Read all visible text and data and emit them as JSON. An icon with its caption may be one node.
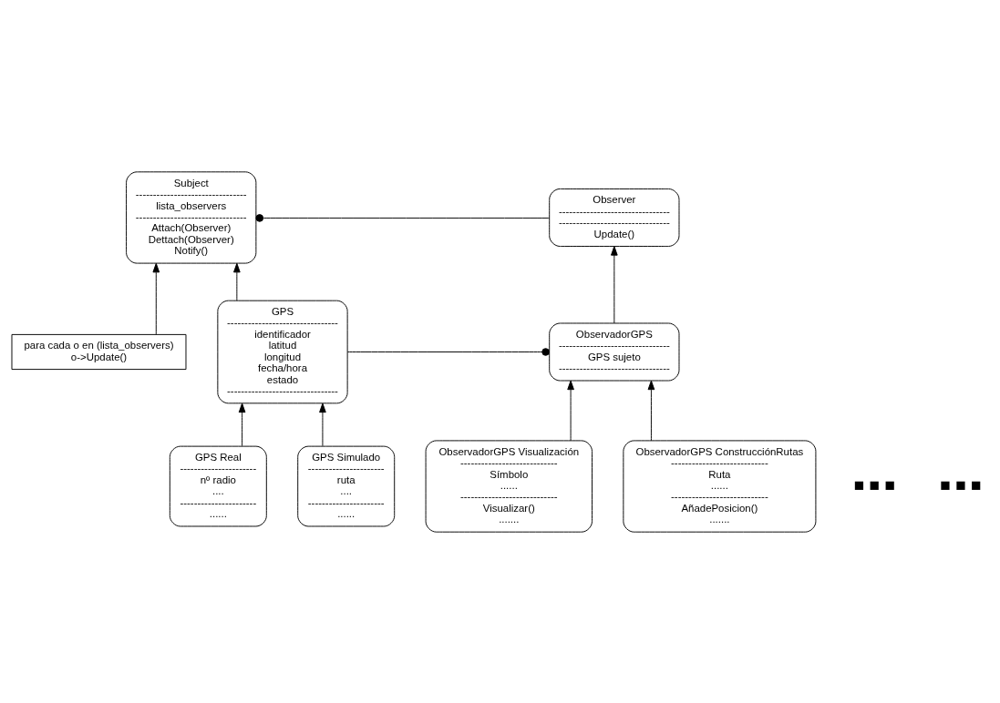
{
  "diagram": {
    "nodes": [
      {
        "text": [
          "Subject",
          "--------------------------------",
          "lista_observers",
          "--------------------------------",
          "Attach(Observer)",
          "Dettach(Observer)",
          "Notify()"
        ]
      },
      {
        "text": [
          "Observer",
          "--------------------------------",
          "--------------------------------",
          "Update()"
        ]
      },
      {
        "text": [
          "para cada o en (lista_observers)",
          "o->Update()"
        ]
      },
      {
        "text": [
          "GPS",
          "--------------------------------",
          "identificador",
          "latitud",
          "longitud",
          "fecha/hora",
          "estado",
          "--------------------------------"
        ]
      },
      {
        "text": [
          "ObservadorGPS",
          "--------------------------------",
          "GPS sujeto",
          "--------------------------------"
        ]
      },
      {
        "text": [
          "GPS Real",
          "----------------------",
          "nº radio",
          "....",
          "----------------------",
          "......"
        ]
      },
      {
        "text": [
          "GPS Simulado",
          "----------------------",
          "ruta",
          "....",
          "----------------------",
          "......"
        ]
      },
      {
        "text": [
          "ObservadorGPS Visualización",
          "----------------------------",
          "Símbolo",
          "......",
          "----------------------------",
          "Visualizar()",
          "......."
        ]
      },
      {
        "text": [
          "ObservadorGPS ConstrucciónRutas",
          "----------------------------",
          "Ruta",
          "......",
          "----------------------------",
          "AñadePosicion()",
          "......."
        ]
      }
    ],
    "edges": [
      {
        "from": 1,
        "to": 0,
        "arrow": "other"
      },
      {
        "from": 2,
        "to": 0,
        "arrow": "to"
      },
      {
        "from": 3,
        "to": 0,
        "arrow": "to"
      },
      {
        "from": 4,
        "to": 1,
        "arrow": "to"
      },
      {
        "from": 3,
        "to": 4,
        "arrow": "other"
      },
      {
        "from": 5,
        "to": 3,
        "arrow": "to"
      },
      {
        "from": 6,
        "to": 3,
        "arrow": "to"
      },
      {
        "from": 7,
        "to": 4,
        "arrow": "to"
      },
      {
        "from": 8,
        "to": 4,
        "arrow": "to"
      }
    ],
    "labels": [
      "■ ■ ■",
      "■ ■ ■"
    ]
  }
}
